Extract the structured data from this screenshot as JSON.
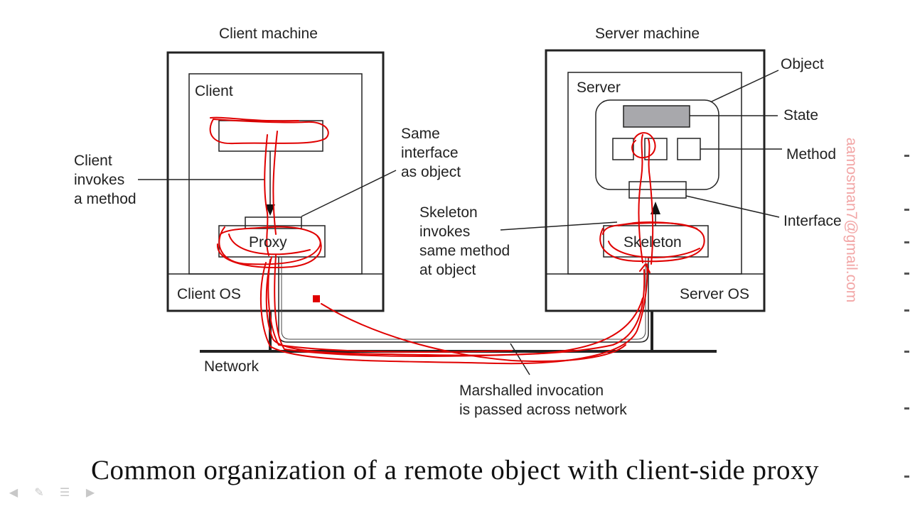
{
  "diagram": {
    "client_machine_title": "Client machine",
    "server_machine_title": "Server machine",
    "client_label": "Client",
    "client_invokes": "Client\ninvokes\na method",
    "same_interface": "Same\ninterface\nas object",
    "proxy_label": "Proxy",
    "client_os_label": "Client OS",
    "network_label": "Network",
    "server_label": "Server",
    "object_label": "Object",
    "state_label": "State",
    "method_label": "Method",
    "interface_label": "Interface",
    "skeleton_invokes": "Skeleton\ninvokes\nsame method\nat object",
    "skeleton_label": "Skeleton",
    "server_os_label": "Server OS",
    "marshalled": "Marshalled invocation\nis passed across network"
  },
  "watermark": "aamosman7@gmail.com",
  "slide_caption": "Common organization of a remote object with client-side proxy",
  "colors": {
    "annotation": "#e00000",
    "state_fill": "#a8a8ac",
    "frame": "#222222",
    "watermark": "#f2a6a6"
  },
  "nav_icons": [
    "arrow-left-icon",
    "pen-icon",
    "slides-icon",
    "arrow-right-icon"
  ]
}
